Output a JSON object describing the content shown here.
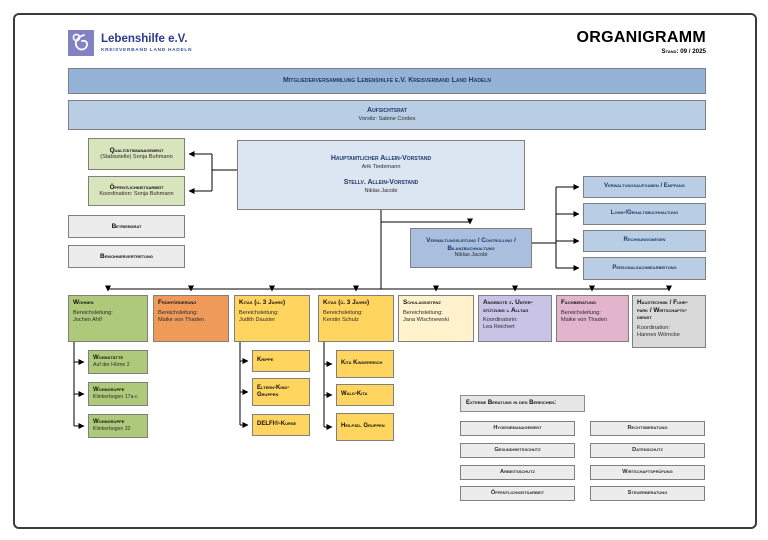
{
  "brand": {
    "name": "Lebenshilfe e.V.",
    "subtitle": "Kreisverband Land Hadeln"
  },
  "title": {
    "main": "ORGANIGRAMM",
    "stand": "Stand: 09 / 2025"
  },
  "bars": {
    "mitglieder": "Mitgliederversammlung Lebenshilfe e.V. Kreisverband Land Hadeln",
    "aufsichtsrat_title": "Aufsichtsrat",
    "aufsichtsrat_sub": "Vorsitz: Sabine Cordes"
  },
  "vorstand": {
    "title1": "Hauptamtlicher Allein-Vorstand",
    "name1": "Arik Tiedemann",
    "title2": "Stellv. Allein-Vorstand",
    "name2": "Niklas Jacobi"
  },
  "stab": {
    "qm_title": "Qualitätsmanagement",
    "qm_sub": "(Stabsstelle) Sonja Buhmann",
    "oeff_title": "Öffentlichkeitsarbeit",
    "oeff_sub": "Koordination: Sonja Buhmann",
    "betriebsrat": "Betriebsrat",
    "bewohnervertretung": "Bewohnervertretung"
  },
  "verwaltung": {
    "title": "Verwaltungsleitung / Controlling / Bilanzbuchhaltung",
    "name": "Niklas Jacobi"
  },
  "admin_units": [
    "Verwaltungsaufgaben / Empfang",
    "Lohn-/Gehaltsbuchhaltung",
    "Rechnungswesen",
    "Personalsachbearbeitung"
  ],
  "departments": [
    {
      "title_lines": [
        "Wohnen"
      ],
      "role": "Bereichsleitung:",
      "name": "Jochen Ahlf",
      "color": "#AFC97A"
    },
    {
      "title_lines": [
        "Frühförderung"
      ],
      "role": "Bereichsleitung:",
      "name": "Maike von Thaden",
      "color": "#F09A5A"
    },
    {
      "title_lines": [
        "Kitas (u. 3 Jahre)"
      ],
      "role": "Bereichsleitung:",
      "name": "Judith Dauster",
      "color": "#FFD45F"
    },
    {
      "title_lines": [
        "Kitas (ü. 3 Jahre)"
      ],
      "role": "Bereichsleitung:",
      "name": "Kerstin Schulz",
      "color": "#FFD45F"
    },
    {
      "title_lines": [
        "Schulassistenz"
      ],
      "role": "Bereichsleitung:",
      "name": "Jana Wischnewski",
      "color": "#FFF2CC"
    },
    {
      "title_lines": [
        "Angebote z. Unter-",
        "stützung i. Alltag"
      ],
      "role": "Koordinatorin:",
      "name": "Lea Reichert",
      "color": "#C9C3E6"
    },
    {
      "title_lines": [
        "Fachberatung"
      ],
      "role": "Bereichsleitung:",
      "name": "Maike von Thaden",
      "color": "#E2B5CD"
    },
    {
      "title_lines": [
        "Haustechnik / Fuhr-",
        "park / Wirtschafts-",
        "dienst"
      ],
      "role": "Koordination:",
      "name": "Hannes Wörncke",
      "color": "#D9D9D9"
    }
  ],
  "wohnen_subs": [
    {
      "title": "Wohnstätte",
      "sub": "Auf der Hörne 2"
    },
    {
      "title": "Wohngruppe",
      "sub": "Klinkerbogen 17a-c"
    },
    {
      "title": "Wohngruppe",
      "sub": "Klinkerbogen 32"
    }
  ],
  "kitas_u3_subs": [
    "Krippe",
    "Eltern-Kind-Gruppen",
    "DELFI®-Kurse"
  ],
  "kitas_ue3_subs": [
    "Kita Kinderreich",
    "Wald-Kita",
    "Heilpäd. Gruppen"
  ],
  "externe": {
    "header": "Externe Beratung in den Bereichen:",
    "left": [
      "Hygienemanagement",
      "Gesundheitsschutz",
      "Arbeitsschutz",
      "Öffentlichkeitsarbeit"
    ],
    "right": [
      "Rechtsberatung",
      "Datenschutz",
      "Wirtschaftsprüfung",
      "Steuerberatung"
    ]
  },
  "palette": {
    "bar_dark": "#95B3D7",
    "bar_light": "#B9CDE5",
    "vorstand": "#DCE6F2",
    "verwaltung": "#A8BFDE",
    "admin": "#B9CDE5",
    "stab_green": "#D8E4BC",
    "gray_box": "#ECECEC",
    "sub_green": "#AFC97A",
    "sub_yellow": "#FFD45F",
    "logo": "#8082C4"
  }
}
